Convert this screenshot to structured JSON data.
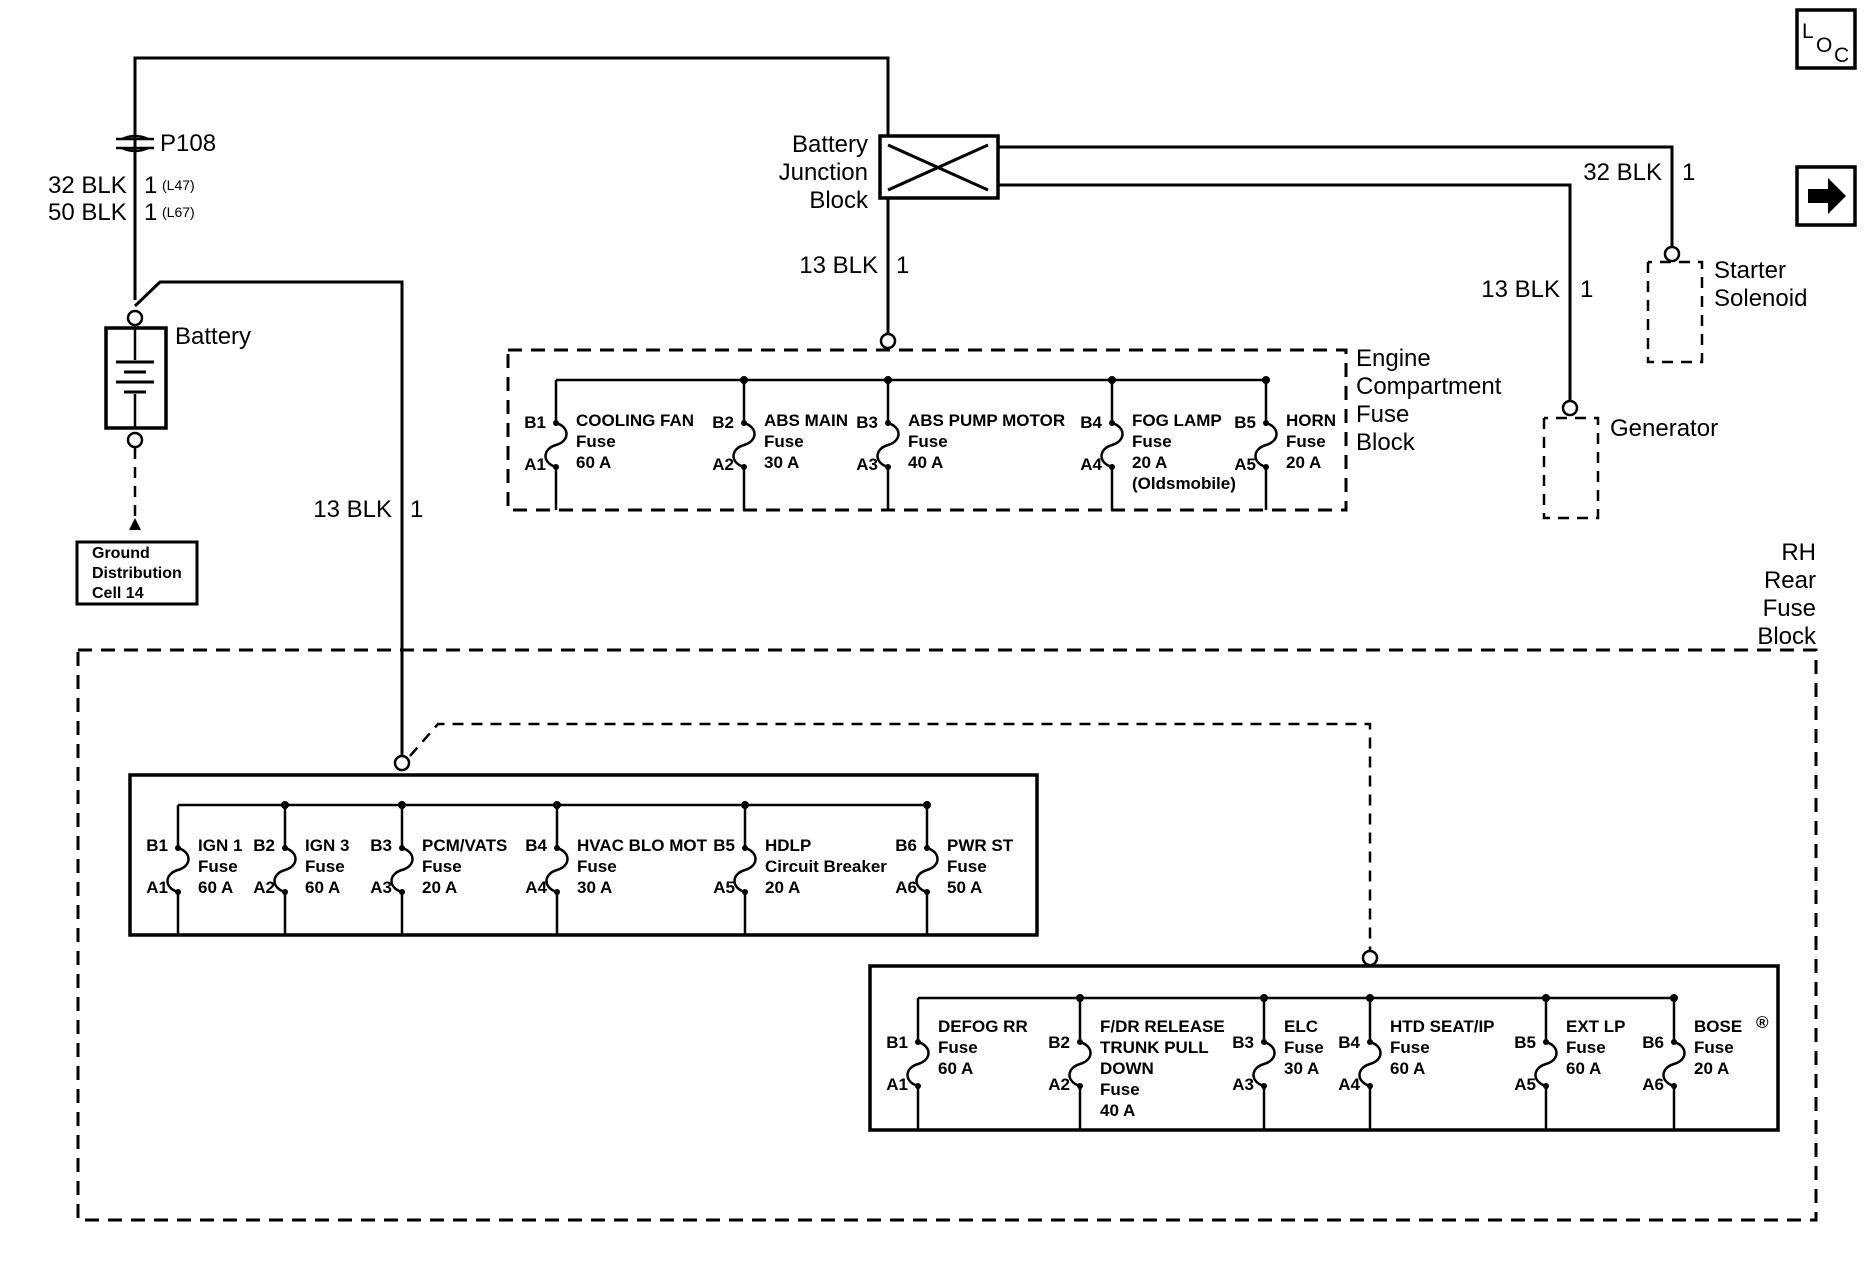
{
  "corner_icons": {
    "loc_icon": "LOC",
    "arrow_icon": "right-arrow-icon"
  },
  "battery": {
    "label": "Battery",
    "connector": "P108",
    "wire1": {
      "label": "32 BLK",
      "pin": "1",
      "option": "(L47)"
    },
    "wire2": {
      "label": "50 BLK",
      "pin": "1",
      "option": "(L67)"
    }
  },
  "ground": {
    "lines": [
      "Ground",
      "Distribution",
      "Cell 14"
    ]
  },
  "battery_junction": {
    "lines": [
      "Battery",
      "Junction",
      "Block"
    ]
  },
  "wires": {
    "bjb_to_engine": {
      "label": "13 BLK",
      "pin": "1"
    },
    "bat_to_rear": {
      "label": "13 BLK",
      "pin": "1"
    },
    "starter": {
      "label": "32 BLK",
      "pin": "1"
    },
    "generator": {
      "label": "13 BLK",
      "pin": "1"
    }
  },
  "starter": {
    "lines": [
      "Starter",
      "Solenoid"
    ]
  },
  "generator": {
    "label": "Generator"
  },
  "engine_block": {
    "lines": [
      "Engine",
      "Compartment",
      "Fuse",
      "Block"
    ],
    "fuses": [
      {
        "b": "B1",
        "a": "A1",
        "name": "COOLING FAN",
        "type": "Fuse",
        "rating": "60 A"
      },
      {
        "b": "B2",
        "a": "A2",
        "name": "ABS MAIN",
        "type": "Fuse",
        "rating": "30 A"
      },
      {
        "b": "B3",
        "a": "A3",
        "name": "ABS PUMP MOTOR",
        "type": "Fuse",
        "rating": "40 A"
      },
      {
        "b": "B4",
        "a": "A4",
        "name": "FOG LAMP",
        "type": "Fuse",
        "rating": "20 A",
        "note": "(Oldsmobile)"
      },
      {
        "b": "B5",
        "a": "A5",
        "name": "HORN",
        "type": "Fuse",
        "rating": "20 A"
      }
    ]
  },
  "rear_block": {
    "lines": [
      "RH",
      "Rear",
      "Fuse",
      "Block"
    ],
    "upper": [
      {
        "b": "B1",
        "a": "A1",
        "name": "IGN 1",
        "type": "Fuse",
        "rating": "60 A"
      },
      {
        "b": "B2",
        "a": "A2",
        "name": "IGN 3",
        "type": "Fuse",
        "rating": "60 A"
      },
      {
        "b": "B3",
        "a": "A3",
        "name": "PCM/VATS",
        "type": "Fuse",
        "rating": "20 A"
      },
      {
        "b": "B4",
        "a": "A4",
        "name": "HVAC BLO MOT",
        "type": "Fuse",
        "rating": "30 A"
      },
      {
        "b": "B5",
        "a": "A5",
        "name": "HDLP",
        "type": "Circuit Breaker",
        "rating": "20 A"
      },
      {
        "b": "B6",
        "a": "A6",
        "name": "PWR ST",
        "type": "Fuse",
        "rating": "50 A"
      }
    ],
    "lower": [
      {
        "b": "B1",
        "a": "A1",
        "name": "DEFOG RR",
        "type": "Fuse",
        "rating": "60 A"
      },
      {
        "b": "B2",
        "a": "A2",
        "name": "F/DR RELEASE",
        "name2": "TRUNK PULL",
        "name3": "DOWN",
        "type": "Fuse",
        "rating": "40 A"
      },
      {
        "b": "B3",
        "a": "A3",
        "name": "ELC",
        "type": "Fuse",
        "rating": "30 A"
      },
      {
        "b": "B4",
        "a": "A4",
        "name": "HTD SEAT/IP",
        "type": "Fuse",
        "rating": "60 A"
      },
      {
        "b": "B5",
        "a": "A5",
        "name": "EXT LP",
        "type": "Fuse",
        "rating": "60 A"
      },
      {
        "b": "B6",
        "a": "A6",
        "name": "BOSE",
        "mark": "®",
        "type": "Fuse",
        "rating": "20 A"
      }
    ]
  }
}
